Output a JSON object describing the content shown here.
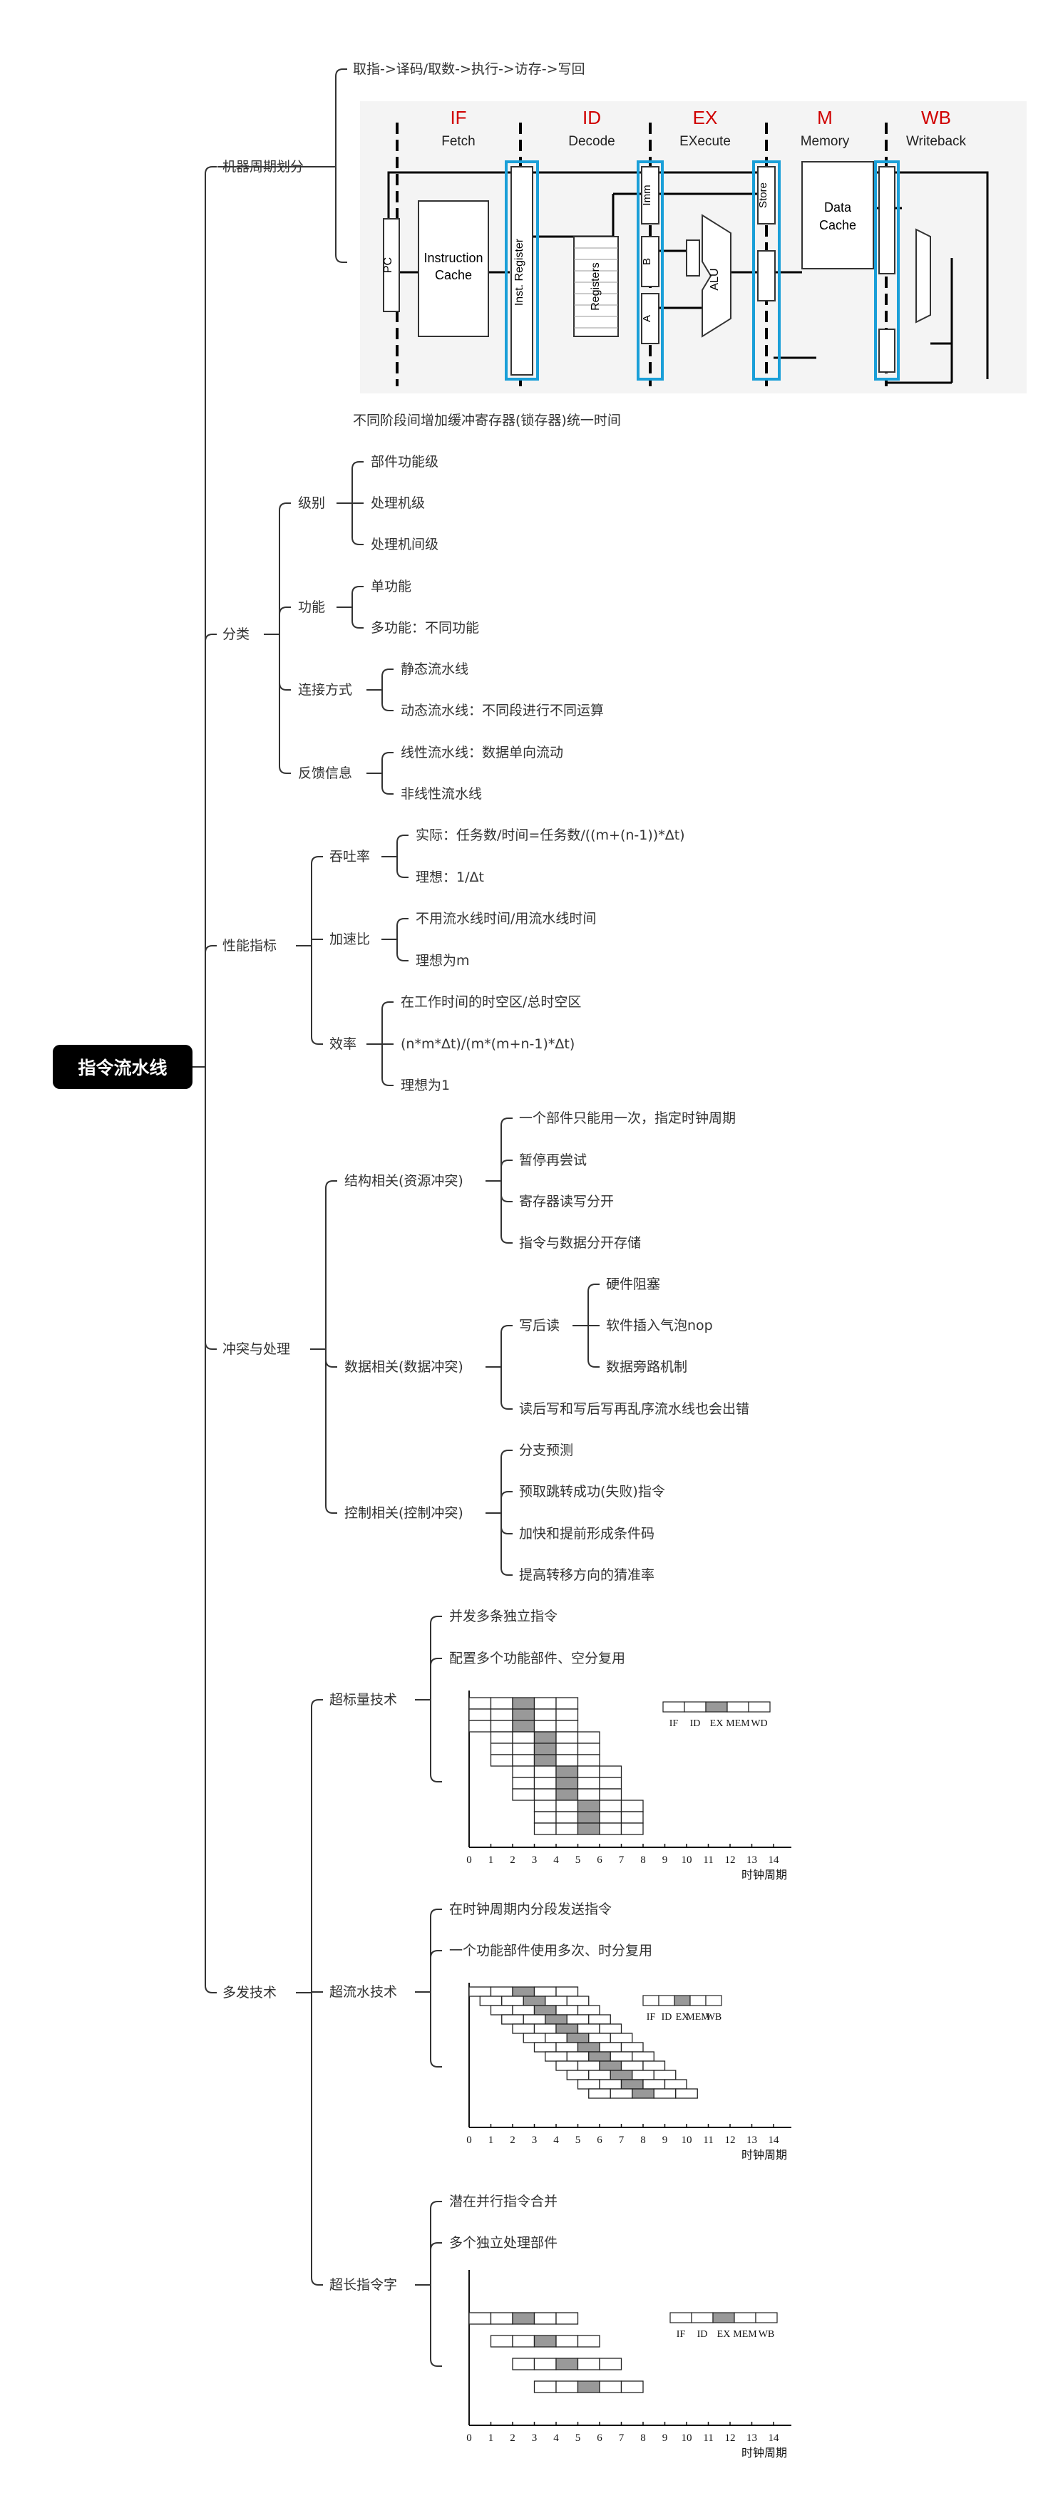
{
  "root": "指令流水线",
  "branches": {
    "cycle": {
      "label": "机器周期划分",
      "steps": "取指->译码/取数->执行->访存->写回",
      "note": "不同阶段间增加缓冲寄存器(锁存器)统一时间",
      "figure": {
        "stages": [
          {
            "abbr": "IF",
            "name": "Fetch"
          },
          {
            "abbr": "ID",
            "name": "Decode"
          },
          {
            "abbr": "EX",
            "name": "EXecute"
          },
          {
            "abbr": "M",
            "name": "Memory"
          },
          {
            "abbr": "WB",
            "name": "Writeback"
          }
        ],
        "pc": "PC",
        "icache1": "Instruction",
        "icache2": "Cache",
        "instreg": "Inst. Register",
        "registers": "Registers",
        "imm": "Imm",
        "a": "A",
        "b": "B",
        "alu": "ALU",
        "store": "Store",
        "dcache1": "Data",
        "dcache2": "Cache"
      }
    },
    "classify": {
      "label": "分类",
      "level": {
        "label": "级别",
        "items": [
          "部件功能级",
          "处理机级",
          "处理机间级"
        ]
      },
      "function": {
        "label": "功能",
        "items": [
          "单功能",
          "多功能：不同功能"
        ]
      },
      "connect": {
        "label": "连接方式",
        "items": [
          "静态流水线",
          "动态流水线：不同段进行不同运算"
        ]
      },
      "feedback": {
        "label": "反馈信息",
        "items": [
          "线性流水线：数据单向流动",
          "非线性流水线"
        ]
      }
    },
    "perf": {
      "label": "性能指标",
      "throughput": {
        "label": "吞吐率",
        "items": [
          "实际：任务数/时间=任务数/((m+(n-1))*Δt)",
          "理想：1/Δt"
        ]
      },
      "speedup": {
        "label": "加速比",
        "items": [
          "不用流水线时间/用流水线时间",
          "理想为m"
        ]
      },
      "efficiency": {
        "label": "效率",
        "items": [
          "在工作时间的时空区/总时空区",
          "(n*m*Δt)/(m*(m+n-1)*Δt)",
          "理想为1"
        ]
      }
    },
    "hazard": {
      "label": "冲突与处理",
      "structural": {
        "label": "结构相关(资源冲突)",
        "items": [
          "一个部件只能用一次，指定时钟周期",
          "暂停再尝试",
          "寄存器读写分开",
          "指令与数据分开存储"
        ]
      },
      "data": {
        "label": "数据相关(数据冲突)",
        "raw": {
          "label": "写后读",
          "items": [
            "硬件阻塞",
            "软件插入气泡nop",
            "数据旁路机制"
          ]
        },
        "other": "读后写和写后写再乱序流水线也会出错"
      },
      "control": {
        "label": "控制相关(控制冲突)",
        "items": [
          "分支预测",
          "预取跳转成功(失败)指令",
          "加快和提前形成条件码",
          "提高转移方向的猜准率"
        ]
      }
    },
    "multi": {
      "label": "多发技术",
      "superscalar": {
        "label": "超标量技术",
        "items": [
          "并发多条独立指令",
          "配置多个功能部件、空分复用"
        ]
      },
      "superpipe": {
        "label": "超流水技术",
        "items": [
          "在时钟周期内分段发送指令",
          "一个功能部件使用多次、时分复用"
        ]
      },
      "vliw": {
        "label": "超长指令字",
        "items": [
          "潜在并行指令合并",
          "多个独立处理部件"
        ]
      },
      "chart": {
        "ticks": [
          "0",
          "1",
          "2",
          "3",
          "4",
          "5",
          "6",
          "7",
          "8",
          "9",
          "10",
          "11",
          "12",
          "13",
          "14"
        ],
        "axis": "时钟周期",
        "legend": [
          "IF",
          "ID",
          "EX",
          "MEM",
          "WB"
        ],
        "legend_wb": "WD"
      }
    }
  }
}
